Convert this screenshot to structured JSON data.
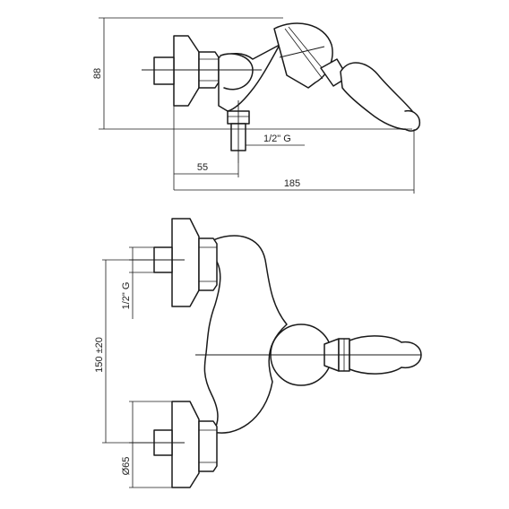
{
  "side_view": {
    "height_label": "88",
    "thread_label": "1/2\" G",
    "inlet_label": "55",
    "length_label": "185"
  },
  "front_view": {
    "thread_label": "1/2\" G",
    "spacing_label": "150 ±20",
    "flange_label": "Ø65"
  }
}
